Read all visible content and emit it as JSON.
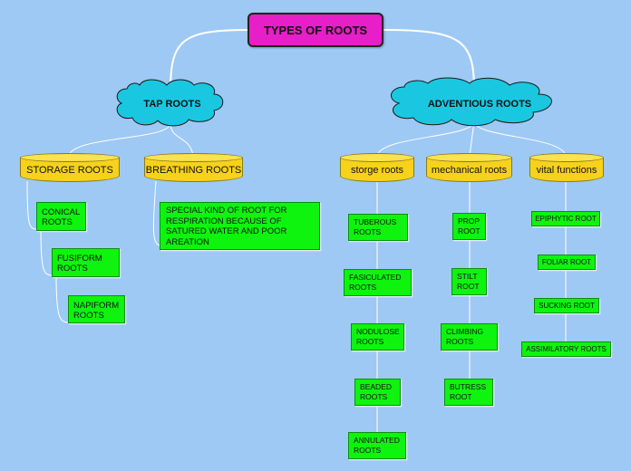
{
  "root": {
    "label": "TYPES OF ROOTS"
  },
  "colors": {
    "background": "#9ec9f5",
    "root_fill": "#e61fc9",
    "cloud_fill": "#19c8e0",
    "category_fill": "#f7d21b",
    "leaf_fill": "#0ef40e",
    "connector": "#ffffff"
  },
  "tap_roots": {
    "label": "TAP ROOTS",
    "storage": {
      "label": "STORAGE ROOTS",
      "items": [
        "CONICAL ROOTS",
        "FUSIFORM ROOTS",
        "NAPIFORM ROOTS"
      ]
    },
    "breathing": {
      "label": "BREATHING ROOTS",
      "text": "SPECIAL KIND OF ROOT FOR RESPIRATION BECAUSE OF SATURED WATER AND POOR AREATION"
    }
  },
  "adventious_roots": {
    "label": "ADVENTIOUS ROOTS",
    "storage": {
      "label": "storge roots",
      "items": [
        "TUBEROUS ROOTS",
        "FASICULATED ROOTS",
        "NODULOSE ROOTS",
        "BEADED ROOTS",
        "ANNULATED ROOTS"
      ]
    },
    "mechanical": {
      "label": "mechanical roots",
      "items": [
        "PROP ROOT",
        "STILT ROOT",
        "CLIMBING ROOTS",
        "BUTRESS ROOT"
      ]
    },
    "vital": {
      "label": "vital functions",
      "items": [
        "EPIPHYTIC ROOT",
        "FOLIAR ROOT",
        "SUCKING ROOT",
        "ASSIMILATORY ROOTS"
      ]
    }
  }
}
